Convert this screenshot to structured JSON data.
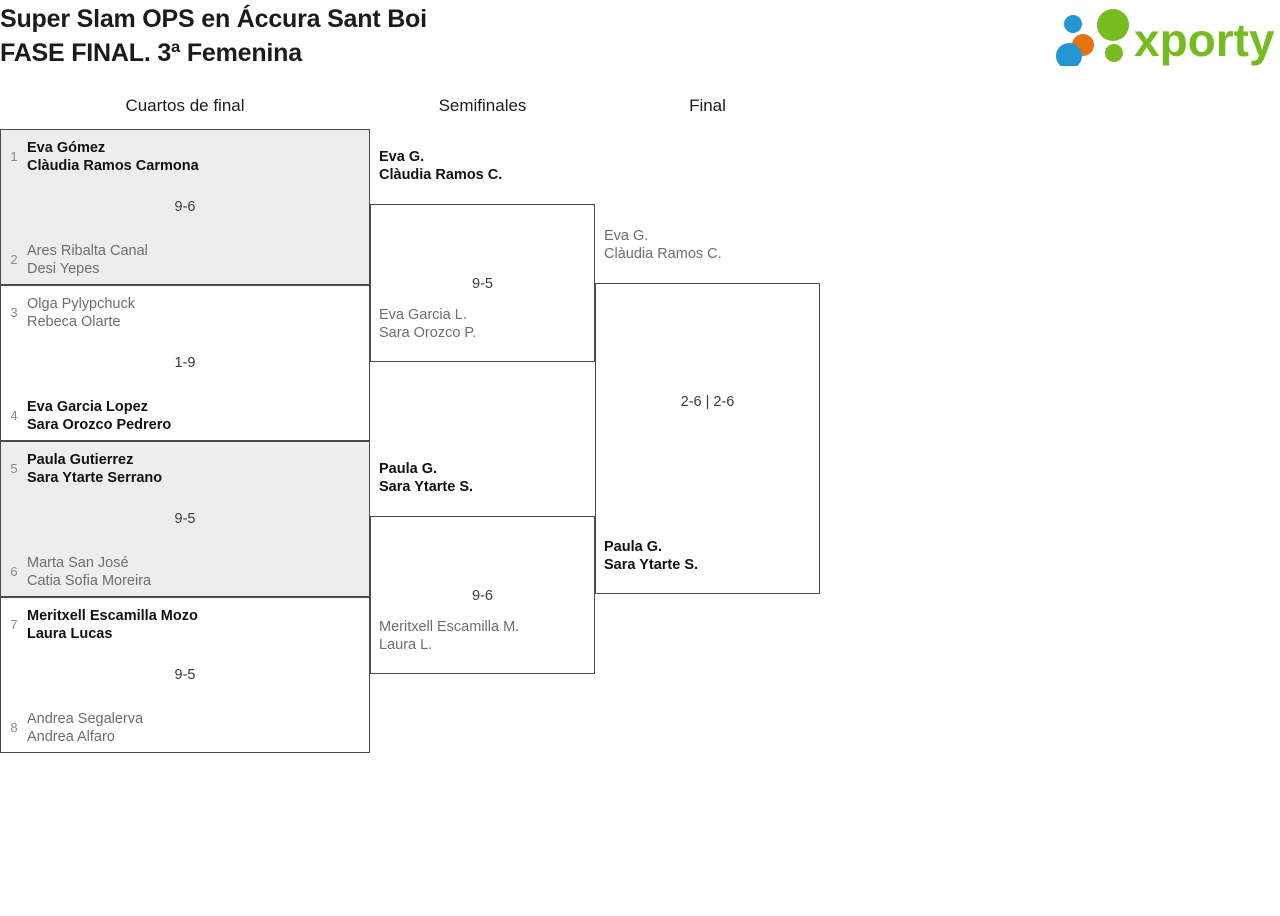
{
  "header": {
    "title_line1": "Super Slam OPS en Áccura Sant Boi",
    "title_line2": "FASE FINAL. 3ª Femenina",
    "logo_text": "xporty",
    "logo_colors": {
      "green": "#76bc21",
      "orange": "#e8730c",
      "blue": "#2196d3"
    }
  },
  "rounds": [
    {
      "id": "qf",
      "label": "Cuartos de final"
    },
    {
      "id": "sf",
      "label": "Semifinales"
    },
    {
      "id": "f",
      "label": "Final"
    }
  ],
  "bracket": {
    "quarterfinals": [
      {
        "score": "9-6",
        "top": {
          "seed": "1",
          "player1": "Eva Gómez",
          "player2": "Clàudia Ramos Carmona",
          "winner": true
        },
        "bottom": {
          "seed": "2",
          "player1": "Ares Ribalta Canal",
          "player2": "Desi Yepes",
          "winner": false
        }
      },
      {
        "score": "1-9",
        "top": {
          "seed": "3",
          "player1": "Olga Pylypchuck",
          "player2": "Rebeca Olarte",
          "winner": false
        },
        "bottom": {
          "seed": "4",
          "player1": "Eva Garcia Lopez",
          "player2": "Sara Orozco Pedrero",
          "winner": true
        }
      },
      {
        "score": "9-5",
        "top": {
          "seed": "5",
          "player1": "Paula Gutierrez",
          "player2": "Sara Ytarte Serrano",
          "winner": true
        },
        "bottom": {
          "seed": "6",
          "player1": "Marta San José",
          "player2": "Catia Sofia Moreira",
          "winner": false
        }
      },
      {
        "score": "9-5",
        "top": {
          "seed": "7",
          "player1": "Meritxell Escamilla Mozo",
          "player2": "Laura Lucas",
          "winner": true
        },
        "bottom": {
          "seed": "8",
          "player1": "Andrea Segalerva",
          "player2": "Andrea Alfaro",
          "winner": false
        }
      }
    ],
    "semifinals": [
      {
        "score": "9-5",
        "top": {
          "player1": "Eva G.",
          "player2": "Clàudia Ramos C.",
          "winner": true
        },
        "bottom": {
          "player1": "Eva Garcia L.",
          "player2": "Sara Orozco P.",
          "winner": false
        }
      },
      {
        "score": "9-6",
        "top": {
          "player1": "Paula G.",
          "player2": "Sara Ytarte S.",
          "winner": true
        },
        "bottom": {
          "player1": "Meritxell Escamilla M.",
          "player2": "Laura L.",
          "winner": false
        }
      }
    ],
    "final": [
      {
        "score": "2-6 | 2-6",
        "top": {
          "player1": "Eva G.",
          "player2": "Clàudia Ramos C.",
          "winner": false
        },
        "bottom": {
          "player1": "Paula G.",
          "player2": "Sara Ytarte S.",
          "winner": true
        }
      }
    ]
  }
}
